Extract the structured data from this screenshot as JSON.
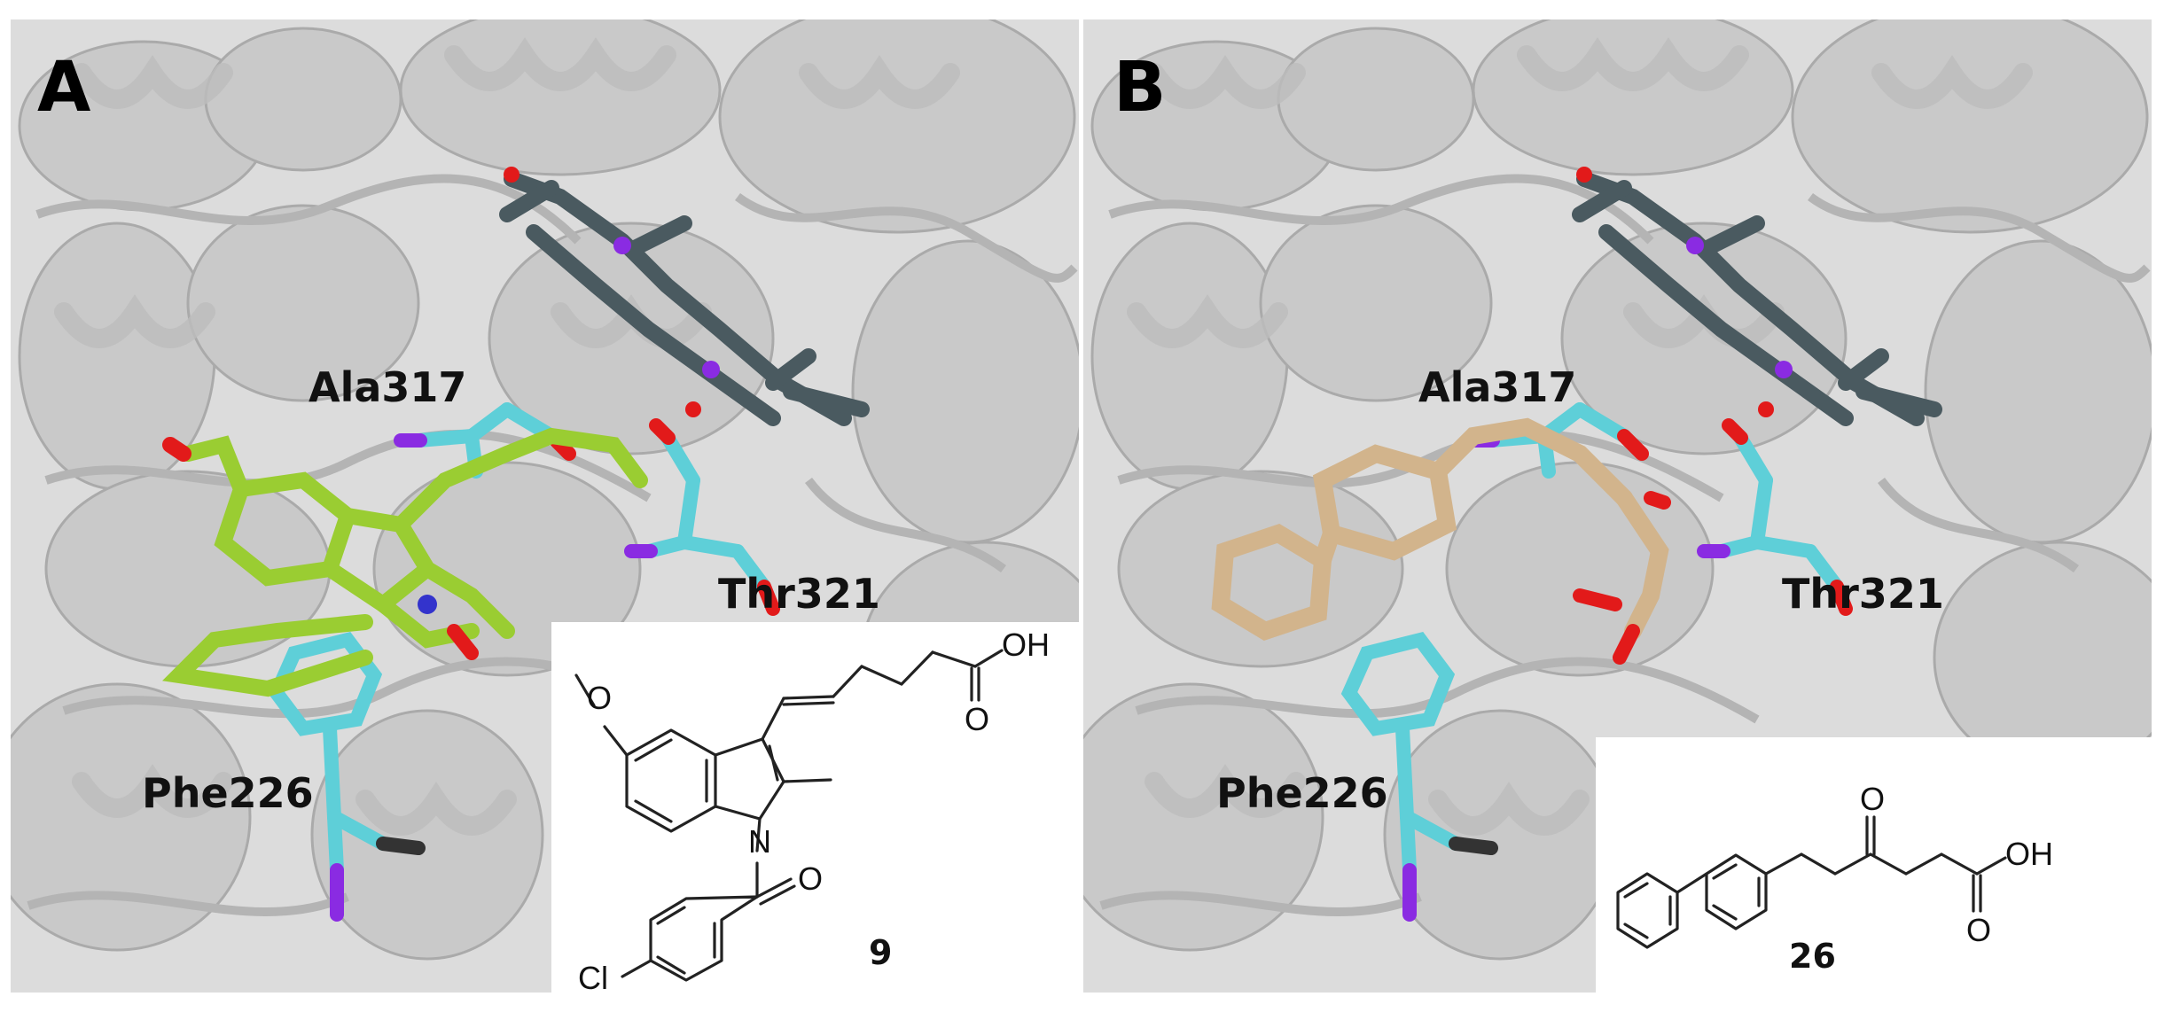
{
  "panels": [
    {
      "letter": "A",
      "residues": [
        "Ala317",
        "Thr321",
        "Phe226"
      ],
      "compound": {
        "number": "9",
        "atoms": {
          "methoxy_o": "O",
          "acid_oh": "OH",
          "acid_o": "O",
          "ring_n": "N",
          "amide_o": "O",
          "chloro": "Cl"
        }
      },
      "ligand_color": "#9acd32"
    },
    {
      "letter": "B",
      "residues": [
        "Ala317",
        "Thr321",
        "Phe226"
      ],
      "compound": {
        "number": "26",
        "atoms": {
          "keto_o": "O",
          "acid_oh": "OH",
          "acid_o": "O"
        }
      },
      "ligand_color": "#d2b48c"
    }
  ],
  "colors": {
    "protein": "#c8c8c8",
    "heme": "#4a5a60",
    "residue_carbon": "#5ecfd8",
    "nitrogen": "#8a2be2",
    "oxygen": "#e21a1a"
  }
}
